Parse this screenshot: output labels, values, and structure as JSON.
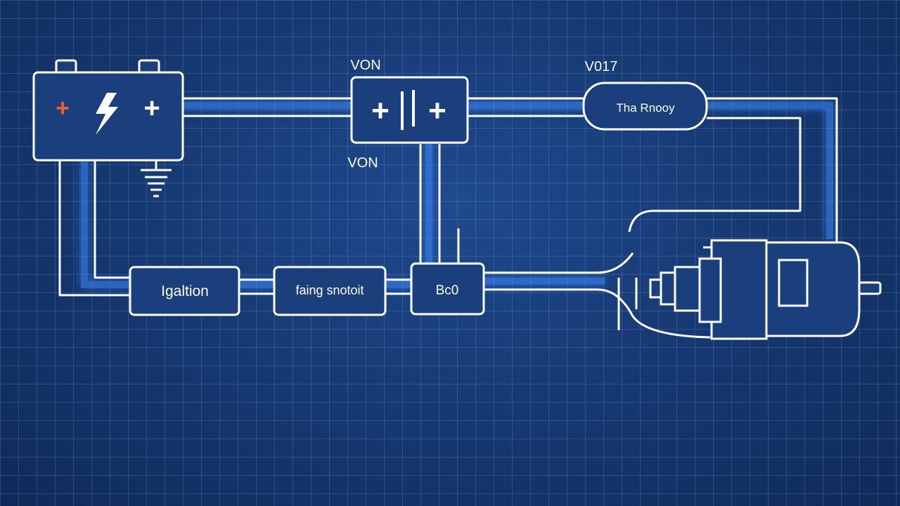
{
  "labels": {
    "top_left_voltage": "VON",
    "under_capacitor": "VON",
    "top_right_voltage": "V017",
    "relay_box": "Tha Rnooy",
    "ignition_box": "Igaltion",
    "starting_switch_box": "faing snotoit",
    "fuse_box": "Bc0"
  },
  "symbols": {
    "battery_plus_left": "+",
    "battery_plus_right": "+",
    "capacitor_plus_left": "+",
    "capacitor_plus_right": "+"
  },
  "colors": {
    "background": "#173a74",
    "grid": "#8cafe6",
    "wire": "#ffffff",
    "wire_glow": "#3d8bff",
    "accent_plus": "#ff5a2a"
  },
  "icons": [
    "battery-icon",
    "lightning-bolt-icon",
    "ground-icon",
    "capacitor-icon",
    "starter-motor-icon"
  ]
}
